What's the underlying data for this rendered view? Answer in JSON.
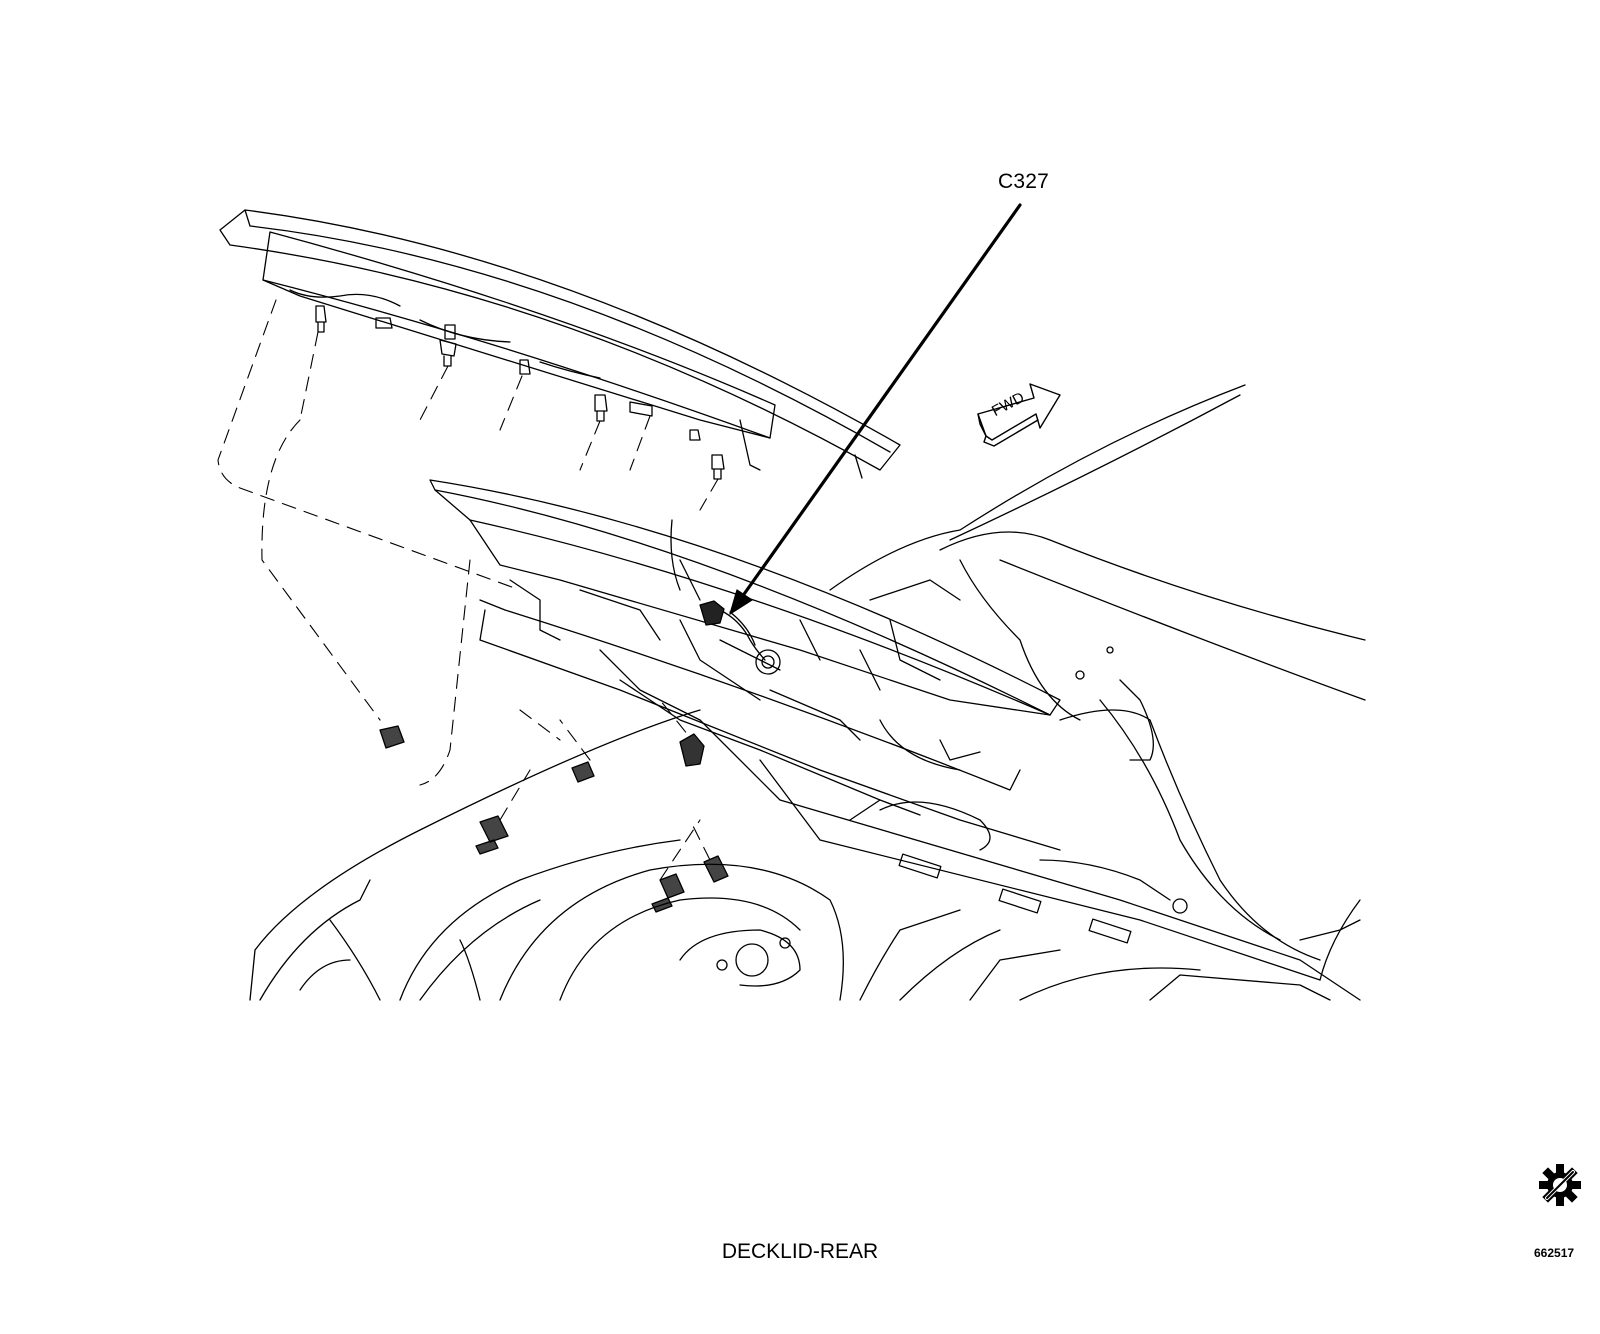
{
  "diagram": {
    "callout": "C327",
    "direction_arrow": "FWD",
    "caption": "DECKLID-REAR",
    "figure_number": "662517",
    "icon": "gear-icon"
  },
  "colors": {
    "line": "#000000",
    "background": "#ffffff"
  }
}
